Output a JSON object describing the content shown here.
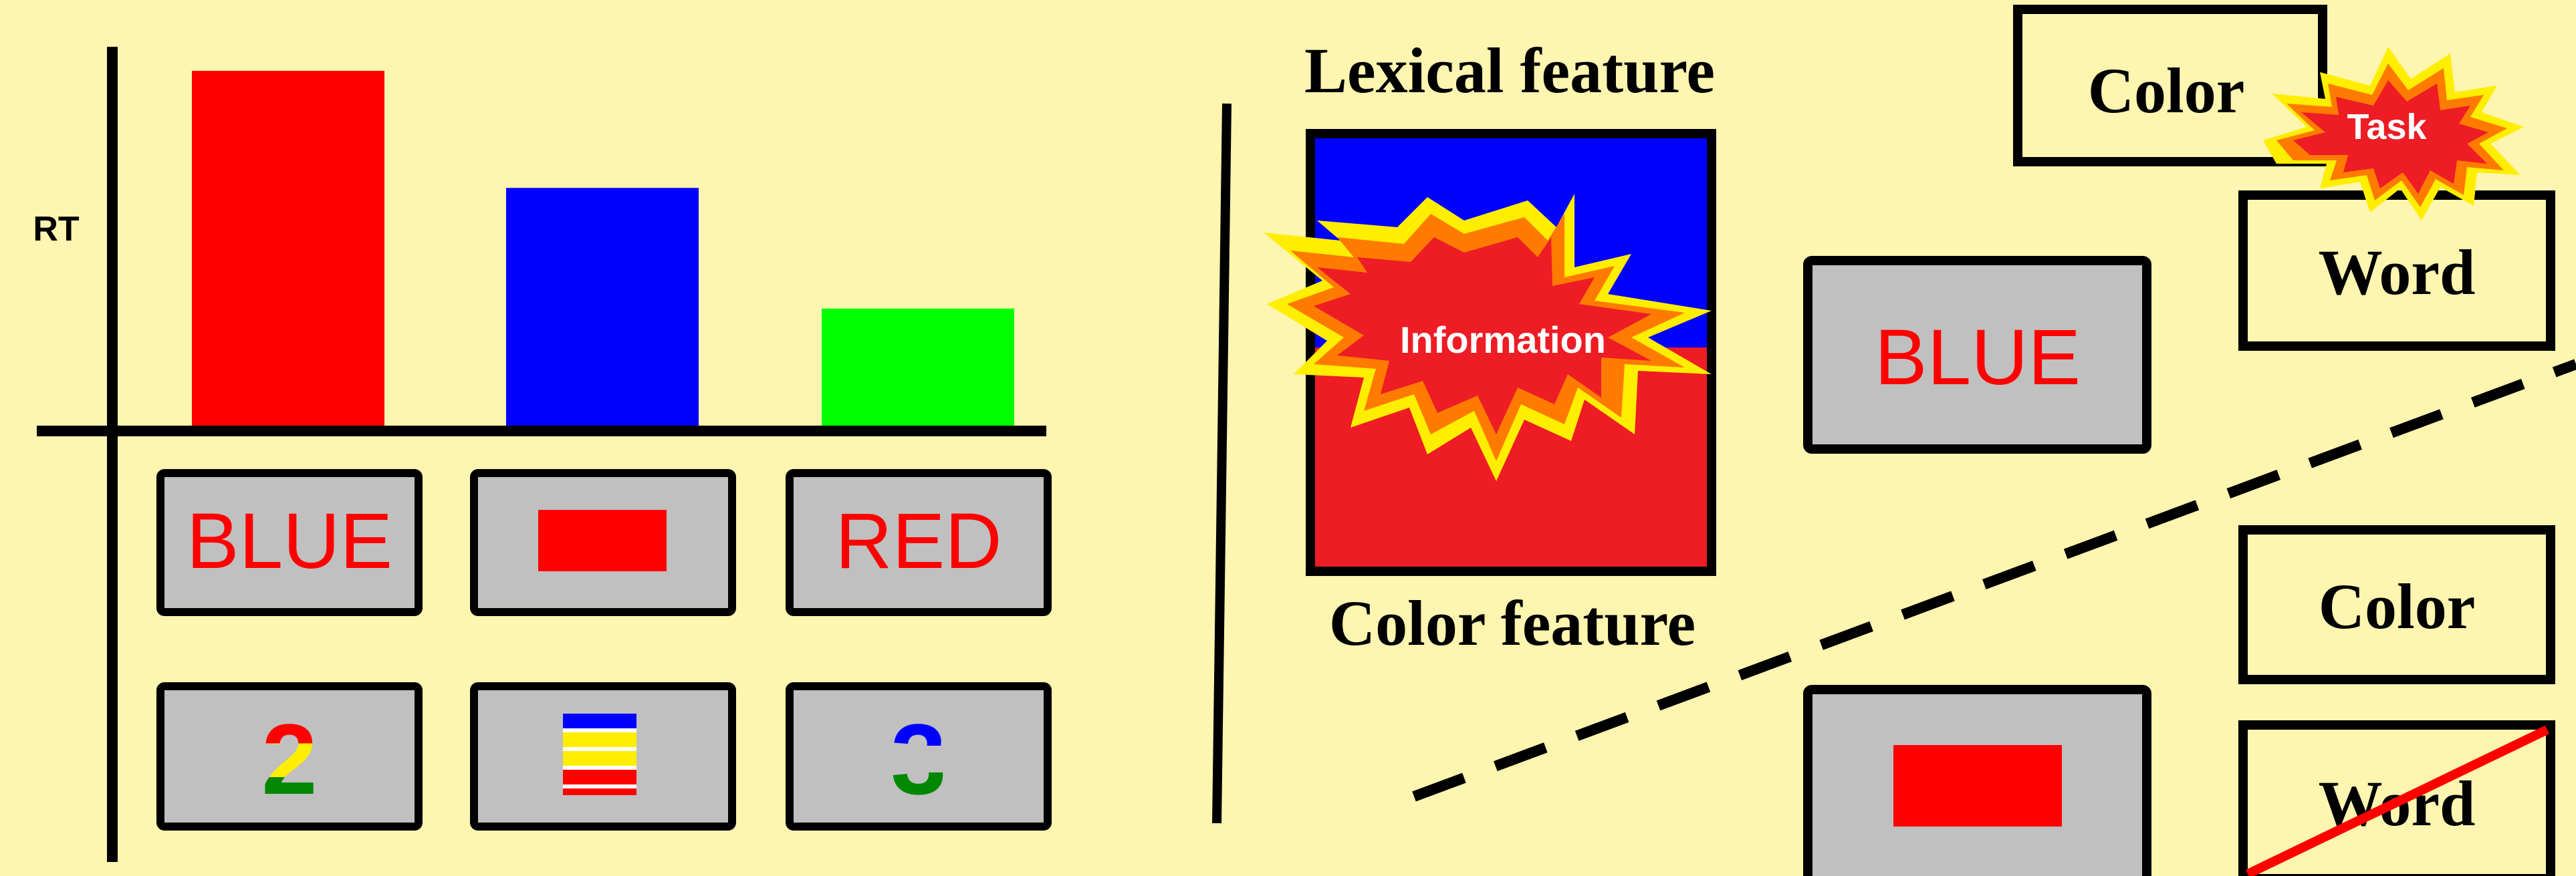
{
  "chart_data": {
    "type": "bar",
    "ylabel": "RT",
    "categories": [
      "BLUE",
      "color-patch",
      "RED"
    ],
    "values": [
      100,
      67,
      33
    ],
    "colors": [
      "#ff0000",
      "#0000ff",
      "#00ff00"
    ],
    "ylim": [
      0,
      100
    ],
    "grid": false
  },
  "stimuli_row1": [
    {
      "kind": "word",
      "text": "BLUE",
      "color": "#ff0000"
    },
    {
      "kind": "patch",
      "color": "#ff0000"
    },
    {
      "kind": "word",
      "text": "RED",
      "color": "#ff0000"
    }
  ],
  "stimuli_row2": [
    {
      "kind": "digit",
      "text": "2",
      "stripes": [
        "#ff0000",
        "#ffee00",
        "#008800"
      ]
    },
    {
      "kind": "stripes",
      "stripes": [
        "#0000ff",
        "#ffee00",
        "#ff0000"
      ]
    },
    {
      "kind": "digit",
      "text": "3",
      "stripes": [
        "#0000ff",
        "#c0c0c0",
        "#008800"
      ]
    }
  ],
  "middle": {
    "top_label": "Lexical feature",
    "bottom_label": "Color feature",
    "burst_label": "Information",
    "top_color": "#0000ff",
    "bottom_color": "#ee1c24"
  },
  "right": {
    "word_stimulus": "BLUE",
    "task_label": "Task",
    "top_options": [
      "Color",
      "Word"
    ],
    "bottom_options": [
      "Color",
      "Word"
    ],
    "patch_color": "#ff0000"
  },
  "colors": {
    "background": "#fdf5b0",
    "panel": "#c0c0c0",
    "burst_red": "#ee1c24",
    "burst_orange": "#ff6600",
    "burst_yellow": "#ffee00"
  }
}
